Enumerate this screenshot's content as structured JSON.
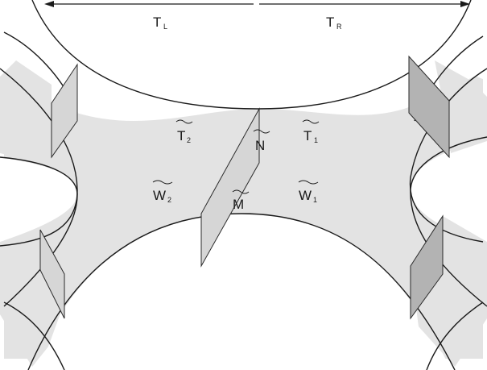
{
  "labels": {
    "t_left": {
      "base": "T",
      "sub": "L"
    },
    "t_right": {
      "base": "T",
      "sub": "R"
    },
    "t2_tilde": {
      "base": "T",
      "sub": "2"
    },
    "t1_tilde": {
      "base": "T",
      "sub": "1"
    },
    "n_tilde": {
      "base": "N",
      "sub": ""
    },
    "m_tilde": {
      "base": "M",
      "sub": ""
    },
    "w2_tilde": {
      "base": "W",
      "sub": "2"
    },
    "w1_tilde": {
      "base": "W",
      "sub": "1"
    }
  },
  "colors": {
    "region_fill": "#e3e3e3",
    "plane_light": "#d6d6d6",
    "plane_dark": "#b3b3b3",
    "line": "#1a1a1a"
  }
}
